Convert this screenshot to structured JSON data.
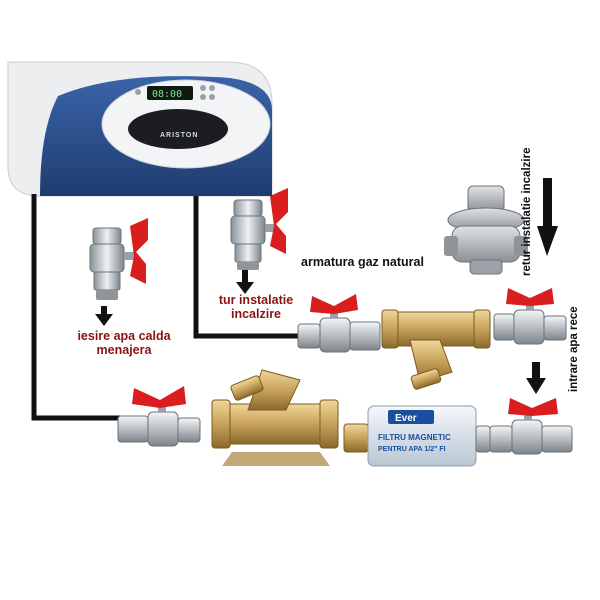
{
  "colors": {
    "pipe": "#111111",
    "boiler_body": "#eceeef",
    "boiler_panel": "#2c4f8c",
    "valve_chrome": "#bfc4c8",
    "valve_handle": "#d81e1e",
    "brass": "#c8a25a",
    "gas_regulator": "#a8adb2",
    "filter_body": "#dfe7ef",
    "filter_label": "#1a4fa0",
    "label_red": "#8a1414",
    "label_black": "#111111"
  },
  "boiler": {
    "brand": "ARISTON",
    "display": "08:00"
  },
  "labels": {
    "hot_water_out_line1": "iesire apa calda",
    "hot_water_out_line2": "menajera",
    "heating_flow_line1": "tur instalatie",
    "heating_flow_line2": "incalzire",
    "gas_fitting": "armatura gaz natural",
    "heating_return": "retur instalatie incalzire",
    "cold_water_in": "intrare apa rece"
  },
  "magnetic_filter": {
    "brand": "Ever",
    "line1": "FILTRU MAGNETIC",
    "line2": "PENTRU APA 1/2\" FI"
  },
  "icons": {
    "arrow": "down-arrow-icon",
    "valve": "ball-valve-icon",
    "strainer": "y-strainer-icon",
    "regulator": "gas-regulator-icon"
  }
}
